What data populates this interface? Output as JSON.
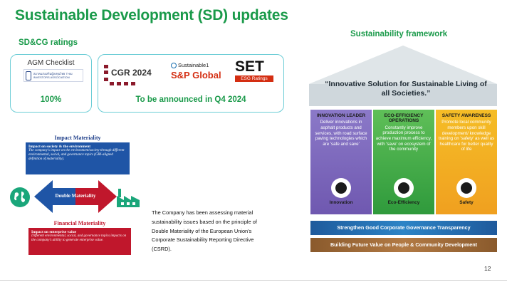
{
  "title": "Sustainable Development (SD) updates",
  "ratings": {
    "heading": "SD&CG ratings",
    "agm": {
      "label": "AGM Checklist",
      "logo_text": "สมาคมส่งเสริมผู้ลงทุนไทย THAI INVESTORS ASSOCIATION",
      "value": "100%"
    },
    "cgr_logo": "CGR 2024",
    "sp": {
      "top": "Sustainable1",
      "bottom": "S&P Global"
    },
    "set": {
      "big": "SET",
      "badge": "ESG Ratings"
    },
    "announce": "To be announced in Q4 2024"
  },
  "materiality": {
    "impact_title": "Impact Materiality",
    "impact_head": "Impact on society & the environment",
    "impact_body": "The company's impact on the environment/society through different environmental, social, and governance topics (GRI-aligned definition of materiality).",
    "double": "Double Materiality",
    "financial_title": "Financial Materiality",
    "financial_head": "Impact on enterprise value",
    "financial_body": "Different environmental, social, and governance topics impacts on the company's ability to generate enterprise value."
  },
  "paragraph": "The Company has been assessing material sustainability issues based on the principle of Double Materiality of the European Union's Corporate Sustainability Reporting Directive (CSRD).",
  "framework": {
    "heading": "Sustainability framework",
    "roof": "“Innovative Solution for Sustainable Living of all Societies.”",
    "pillars": [
      {
        "head": "INNOVATION LEADER",
        "body": "Deliver innovations in asphalt products and services, with road surface paving technologies which are 'safe and save'",
        "label": "Innovation",
        "icon": "lightbulb-icon"
      },
      {
        "head": "ECO-EFFICIENCY OPERATIONS",
        "body": "Constantly improve production process to achieve maximum efficiency, with 'save' on ecosystem of the community",
        "label": "Eco-Efficiency",
        "icon": "leaf-icon"
      },
      {
        "head": "SAFETY AWARENESS",
        "body": "Promote local community members upon skill development/ knowledge training on 'safety' as well as healthcare for better quality of life",
        "label": "Safety",
        "icon": "shield-icon"
      }
    ],
    "band1": "Strengthen Good Corporate Governance Transparency",
    "band2": "Building Future Value on People & Community Development"
  },
  "page_number": "12"
}
